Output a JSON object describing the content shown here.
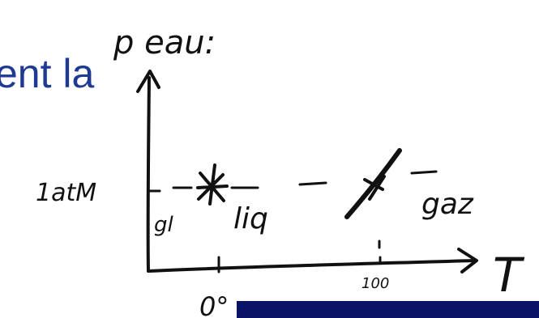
{
  "slide": {
    "title_fragment": "ent la",
    "title_color": "#1f3a93",
    "bar_color": "#0a1266"
  },
  "diagram": {
    "y_axis_label": "p eau:",
    "x_axis_label": "T",
    "pressure_label": "1atM",
    "solid_label": "gl",
    "liquid_label": "liq",
    "gas_label": "gaz",
    "origin_label": "0°",
    "boiling_label": "100",
    "ink_color": "#111111"
  }
}
